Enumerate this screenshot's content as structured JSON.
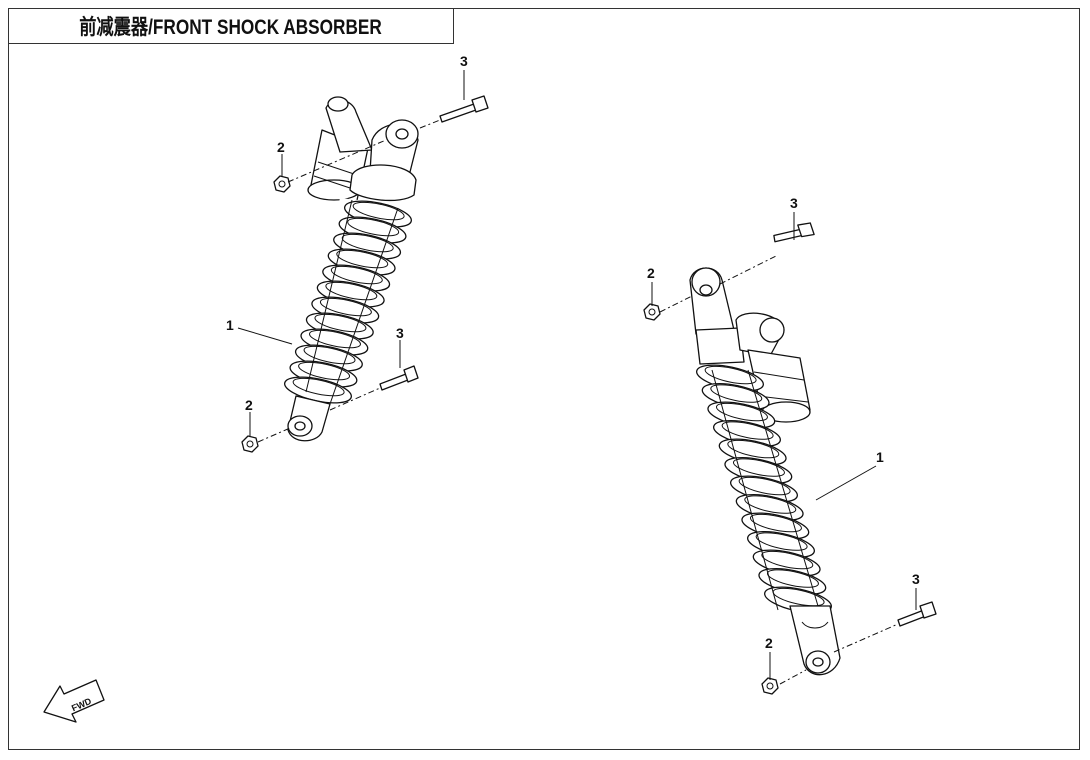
{
  "title": "前减震器/FRONT SHOCK ABSORBER",
  "callouts": {
    "left": {
      "spring": "1",
      "nut_top": "2",
      "bolt_top": "3",
      "nut_bottom": "2",
      "bolt_bottom": "3"
    },
    "right": {
      "spring": "1",
      "nut_top": "2",
      "bolt_top": "3",
      "nut_bottom": "2",
      "bolt_bottom": "3"
    }
  },
  "fwd_label": "FWD"
}
